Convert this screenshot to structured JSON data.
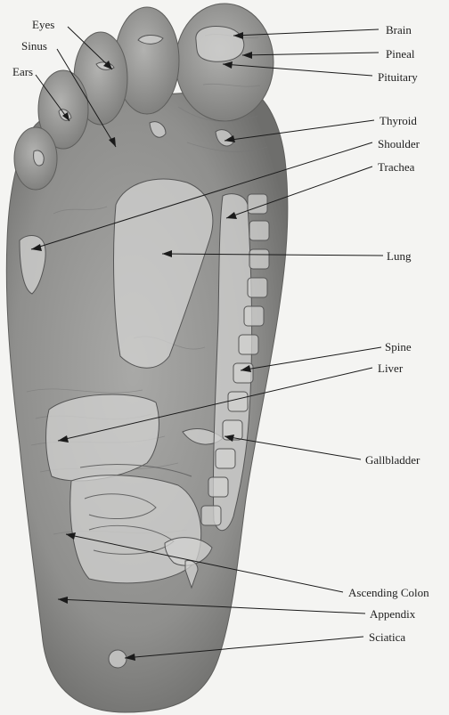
{
  "labels": {
    "eyes": "Eyes",
    "sinus": "Sinus",
    "ears": "Ears",
    "brain": "Brain",
    "pineal": "Pineal",
    "pituitary": "Pituitary",
    "thyroid": "Thyroid",
    "shoulder": "Shoulder",
    "trachea": "Trachea",
    "lung": "Lung",
    "spine": "Spine",
    "liver": "Liver",
    "gallbladder": "Gallbladder",
    "ascending_colon": "Ascending Colon",
    "appendix": "Appendix",
    "sciatica": "Sciatica"
  }
}
